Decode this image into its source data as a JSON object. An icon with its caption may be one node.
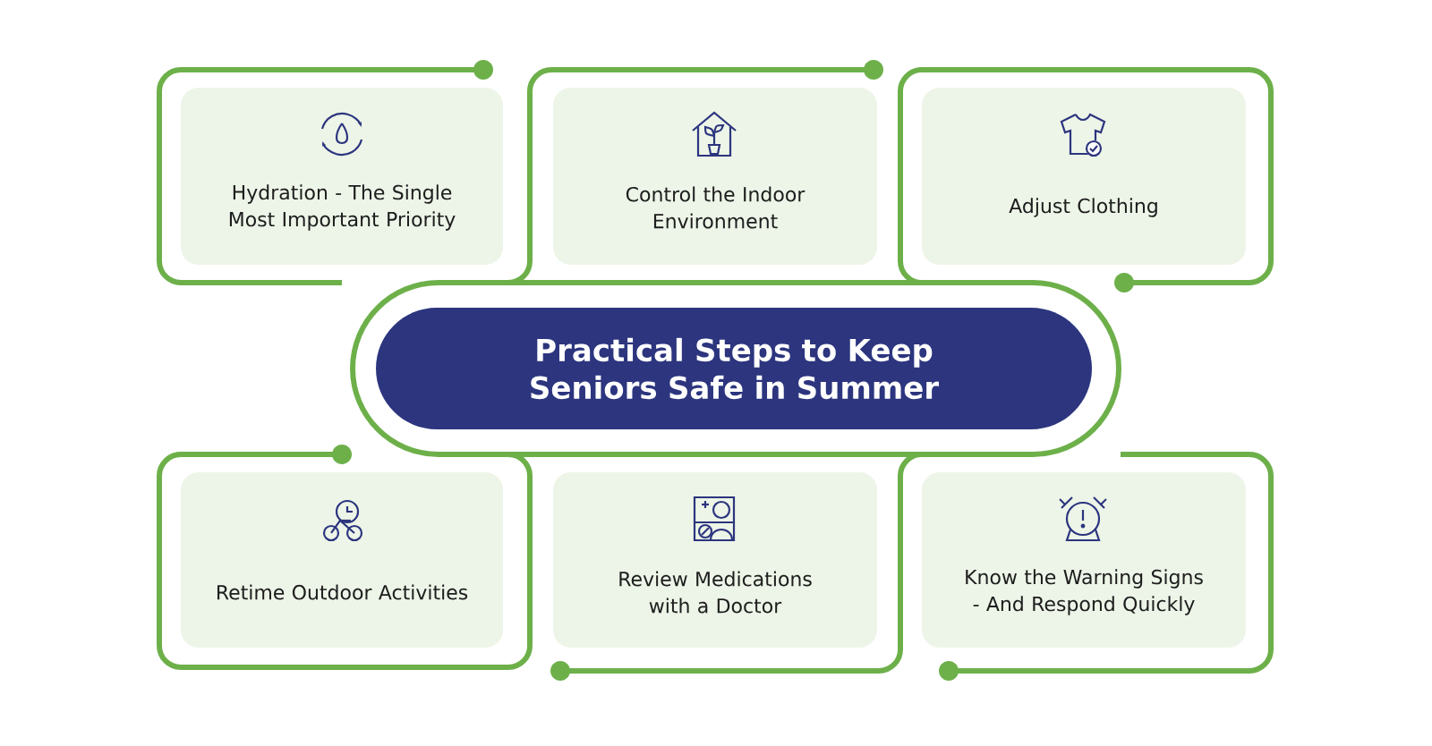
{
  "diagram": {
    "nodes": [
      {
        "text": [
          "Hydration - The Single Most Important Priority"
        ]
      },
      {
        "text": [
          "Control the Indoor Environment"
        ]
      },
      {
        "text": [
          "Adjust Clothing"
        ]
      },
      {
        "text": [
          "Practical Steps to Keep Seniors Safe in Summer"
        ]
      },
      {
        "text": [
          "Retime Outdoor Activities"
        ]
      },
      {
        "text": [
          "Review Medications with a Doctor"
        ]
      },
      {
        "text": [
          "Know the Warning Signs - And Respond Quickly"
        ]
      }
    ]
  }
}
